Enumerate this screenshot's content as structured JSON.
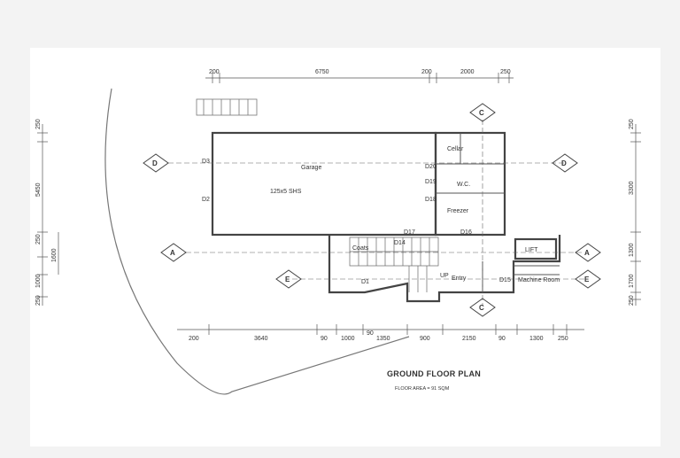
{
  "plan": {
    "title": "GROUND FLOOR PLAN",
    "subtitle": "FLOOR AREA = 91 SQM",
    "top_dims": [
      "200",
      "6750",
      "200",
      "2000",
      "250"
    ],
    "bottom_dims": [
      "200",
      "3640",
      "90",
      "1000",
      "90",
      "1350",
      "900",
      "2150",
      "90",
      "1300",
      "250"
    ],
    "left_dims": [
      "250",
      "5450",
      "250",
      "1600",
      "1000",
      "250"
    ],
    "right_dims": [
      "250",
      "3300",
      "1300",
      "1700",
      "250"
    ],
    "rooms": {
      "garage": "Garage",
      "cellar": "Cellar",
      "wc": "W.C.",
      "freezer": "Freezer",
      "coats": "Coats",
      "entry": "Entry",
      "lift": "LIFT",
      "machine_room": "Machine Room"
    },
    "doors": {
      "d1": "D1",
      "d2": "D2",
      "d3": "D3",
      "d14": "D14",
      "d15": "D15",
      "d16": "D16",
      "d17": "D17",
      "d18": "D18",
      "d19": "D19",
      "d20": "D20"
    },
    "notes": {
      "shs": "125x5 SHS",
      "up": "UP"
    },
    "sections": {
      "a": "A",
      "c": "C",
      "d": "D",
      "e": "E"
    }
  }
}
